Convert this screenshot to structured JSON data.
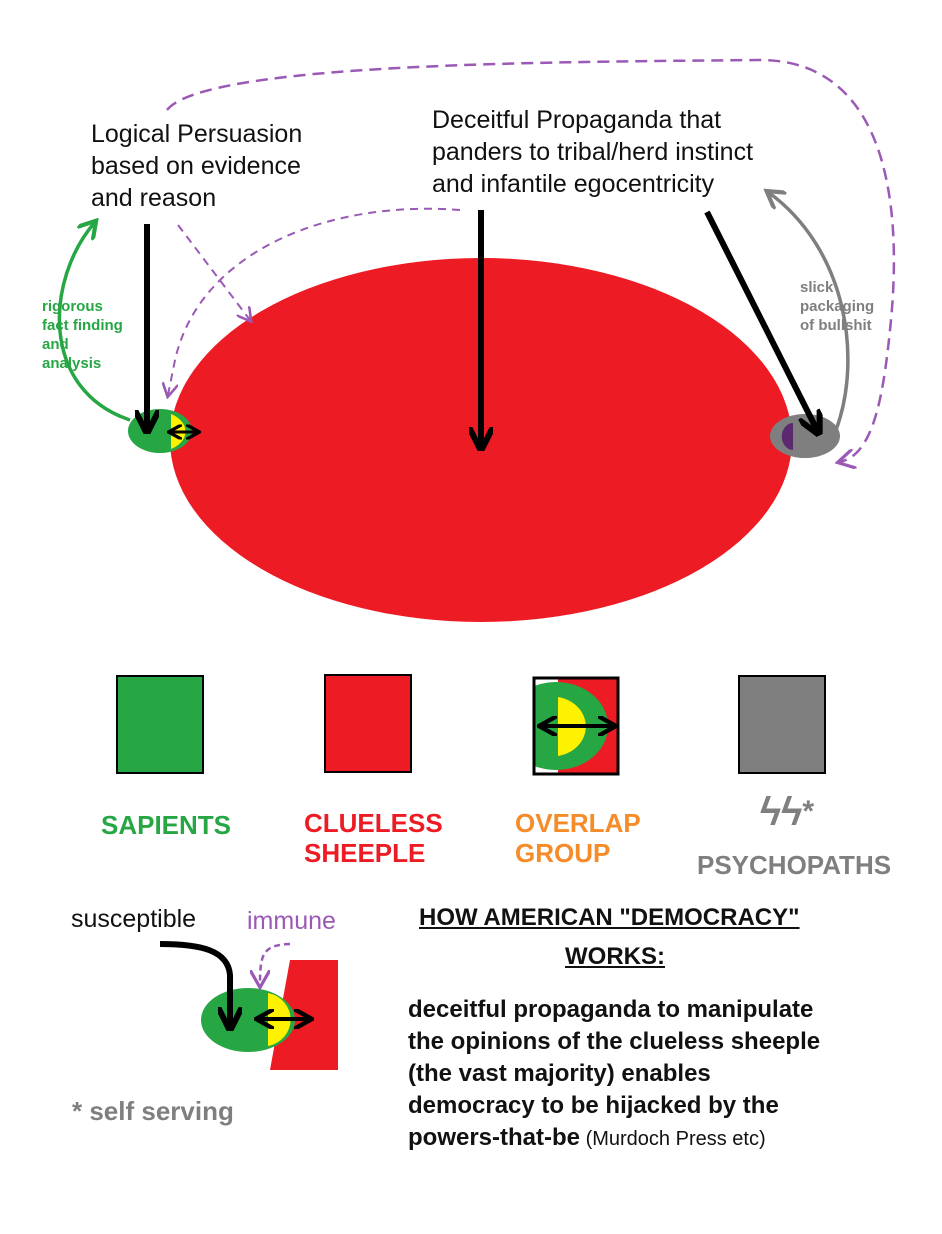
{
  "colors": {
    "sapients": "#27a644",
    "sheeple": "#ed1c24",
    "overlap": "#f68b2a",
    "psychopaths": "#7f7f7f",
    "immune": "#9b59b6",
    "yellow": "#fff200",
    "purple_dark": "#5b2a6e"
  },
  "top_labels": {
    "logical": [
      "Logical Persuasion",
      "based on evidence",
      "and reason"
    ],
    "propaganda": [
      "Deceitful Propaganda that",
      "panders to tribal/herd instinct",
      "and infantile egocentricity"
    ],
    "rigorous": [
      "rigorous",
      "fact finding",
      "and",
      "analysis"
    ],
    "slick": [
      "slick",
      "packaging",
      "of bullshit"
    ]
  },
  "legend": {
    "sapients": [
      "SAPIENTS"
    ],
    "sheeple": [
      "CLUELESS",
      "SHEEPLE"
    ],
    "overlap": [
      "OVERLAP",
      "GROUP"
    ],
    "ss_symbol": "ϟϟ",
    "ss_star": "*",
    "psychopaths": [
      "PSYCHOPATHS"
    ]
  },
  "detail": {
    "susceptible": "susceptible",
    "immune": "immune",
    "footnote": "* self serving"
  },
  "explanation": {
    "title_line1": "HOW AMERICAN \"DEMOCRACY\"",
    "title_line2": "WORKS:",
    "lines": [
      "deceitful propaganda to manipulate",
      "the opinions of the clueless sheeple",
      "(the vast majority) enables",
      "democracy to be hijacked by the"
    ],
    "last_line": "powers-that-be",
    "note": " (Murdoch Press etc)"
  }
}
